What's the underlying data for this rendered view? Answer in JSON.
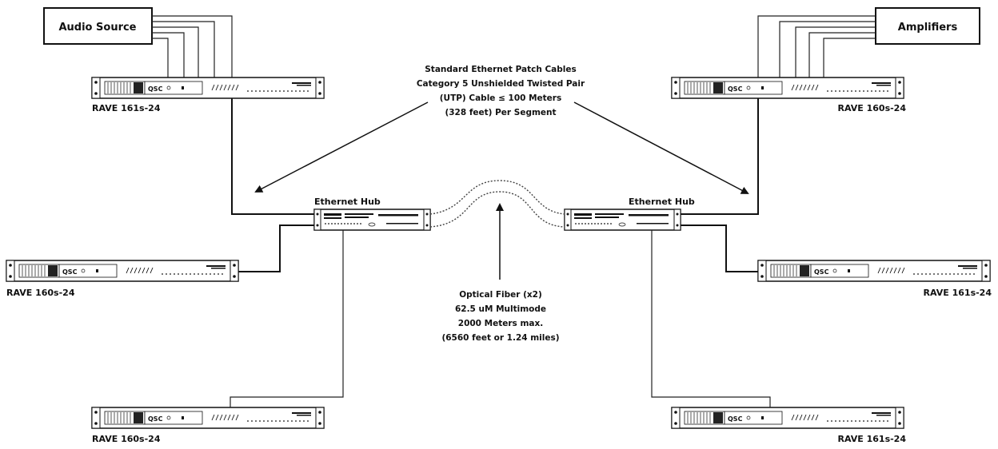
{
  "boxes": {
    "audio_source": "Audio Source",
    "amplifiers": "Amplifiers"
  },
  "devices": {
    "top_left": "RAVE 161s-24",
    "top_right": "RAVE 160s-24",
    "mid_left": "RAVE 160s-24",
    "mid_right": "RAVE 161s-24",
    "bottom_left": "RAVE 160s-24",
    "bottom_right": "RAVE 161s-24"
  },
  "hubs": {
    "left": "Ethernet Hub",
    "right": "Ethernet Hub"
  },
  "notes": {
    "patch_cables": [
      "Standard Ethernet Patch Cables",
      "Category 5 Unshielded Twisted Pair",
      "(UTP) Cable ≤ 100 Meters",
      "(328 feet) Per Segment"
    ],
    "optical_fiber": [
      "Optical Fiber (x2)",
      "62.5 uM Multimode",
      "2000 Meters max.",
      "(6560 feet or 1.24 miles)"
    ]
  },
  "device_faceplate_text": {
    "brand": "QSC"
  }
}
